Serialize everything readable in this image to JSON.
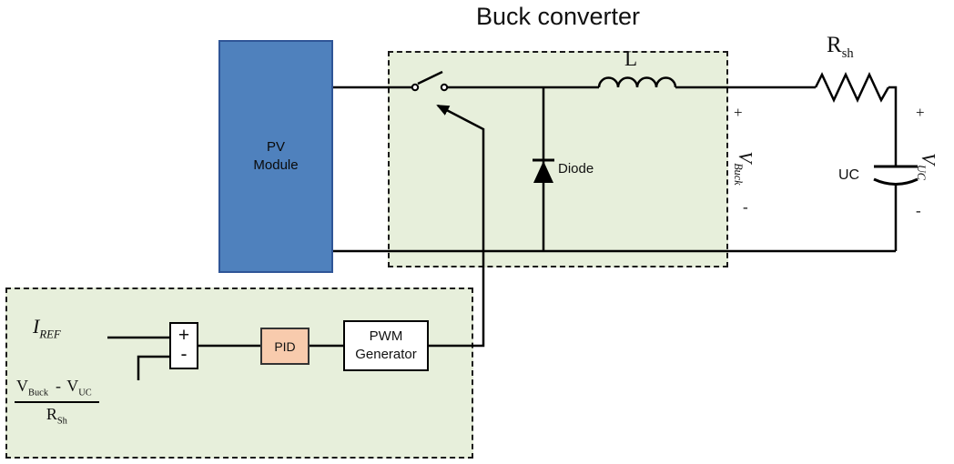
{
  "title": "Buck converter",
  "pv": {
    "line1": "PV",
    "line2": "Module"
  },
  "buck": {
    "inductor_label": "L",
    "diode_label": "Diode"
  },
  "right": {
    "rsh_main": "R",
    "rsh_sub": "sh",
    "uc_label": "UC",
    "vbuck_plus": "+",
    "vbuck_main": "V",
    "vbuck_sub": "Buck",
    "vbuck_minus": "-",
    "vuc_plus": "+",
    "vuc_main": "V",
    "vuc_sub": "UC",
    "vuc_minus": "-"
  },
  "control": {
    "iref_main": "I",
    "iref_sub": "REF",
    "sum_plus": "+",
    "sum_minus": "-",
    "pid_label": "PID",
    "pwm_line1": "PWM",
    "pwm_line2": "Generator",
    "formula": {
      "v1": "V",
      "v1_sub": "Buck",
      "minus": "-",
      "v2": "V",
      "v2_sub": "UC",
      "r": "R",
      "r_sub": "Sh"
    }
  },
  "colors": {
    "pv_fill": "#4f81bd",
    "pv_border": "#2f5597",
    "panel_bg": "#e7efdb",
    "pid_fill": "#f8cbad",
    "wire": "#000000"
  }
}
